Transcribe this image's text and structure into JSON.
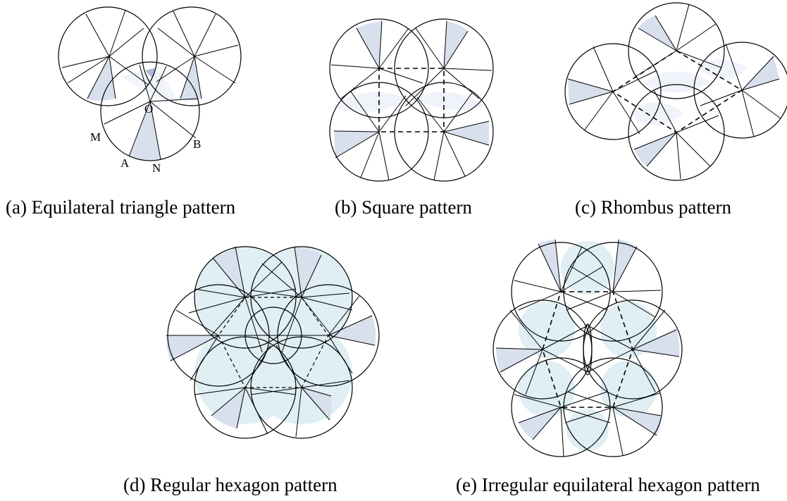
{
  "colors": {
    "stroke": "#000000",
    "sector": "#d8e0ee",
    "lens": "#dfeff4",
    "lens_light": "#eef2f8",
    "background": "#ffffff"
  },
  "figures": [
    {
      "id": "a",
      "caption": "(a) Equilateral triangle pattern",
      "point_labels": [
        "O",
        "M",
        "A",
        "N",
        "B"
      ]
    },
    {
      "id": "b",
      "caption": "(b) Square pattern"
    },
    {
      "id": "c",
      "caption": "(c) Rhombus pattern"
    },
    {
      "id": "d",
      "caption": "(d) Regular hexagon pattern"
    },
    {
      "id": "e",
      "caption": "(e) Irregular equilateral hexagon pattern"
    }
  ]
}
